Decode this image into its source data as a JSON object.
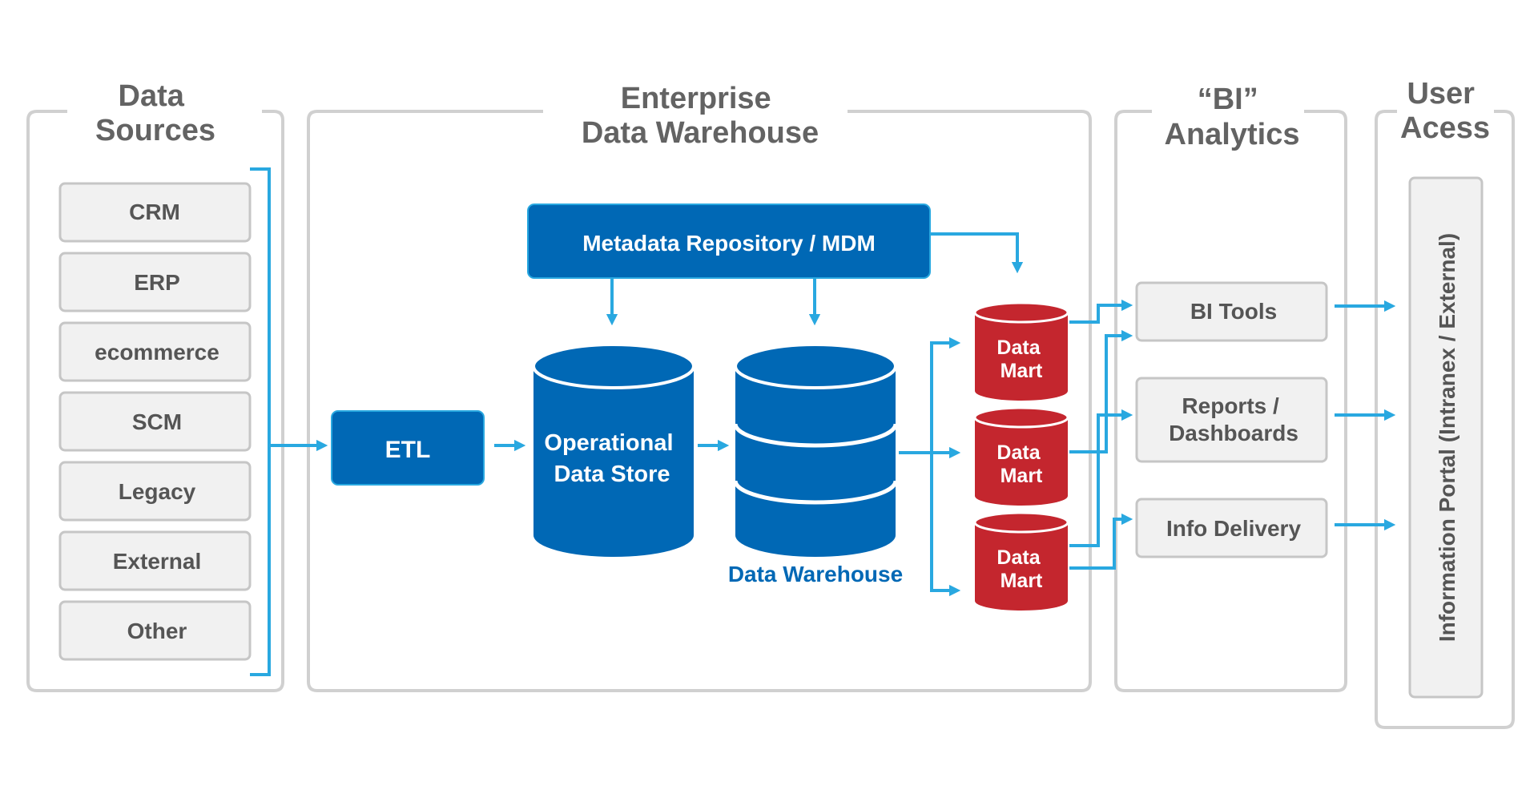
{
  "sections": {
    "data_sources": [
      "Data",
      "Sources"
    ],
    "enterprise_dw": [
      "Enterprise",
      "Data Warehouse"
    ],
    "bi_analytics": [
      "“BI”",
      "Analytics"
    ],
    "user_access": [
      "User",
      "Acess"
    ]
  },
  "sources": [
    "CRM",
    "ERP",
    "ecommerce",
    "SCM",
    "Legacy",
    "External",
    "Other"
  ],
  "etl": "ETL",
  "metadata": "Metadata Repository / MDM",
  "ods": [
    "Operational",
    "Data Store"
  ],
  "dw_label": "Data Warehouse",
  "data_marts": [
    [
      "Data",
      "Mart"
    ],
    [
      "Data",
      "Mart"
    ],
    [
      "Data",
      "Mart"
    ]
  ],
  "bi_tools": [
    [
      "BI Tools"
    ],
    [
      "Reports /",
      "Dashboards"
    ],
    [
      "Info Delivery"
    ]
  ],
  "portal": "Information Portal (Intranex / External)",
  "colors": {
    "blue": "#0068b5",
    "red": "#c4262e",
    "arrow": "#29a8e0",
    "gray_text": "#636363"
  }
}
